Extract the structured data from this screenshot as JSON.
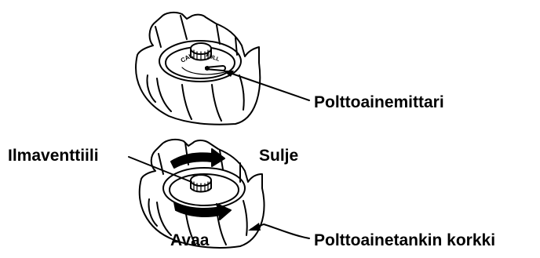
{
  "labels": {
    "fuel_gauge": "Polttoainemittari",
    "air_valve": "Ilmaventtiili",
    "close": "Sulje",
    "open": "Avaa",
    "fuel_tank_cap": "Polttoainetankin korkki"
  },
  "top_cap_markings": {
    "left": "CAL",
    "right": "FULL"
  },
  "colors": {
    "line": "#000000",
    "background": "#ffffff"
  }
}
